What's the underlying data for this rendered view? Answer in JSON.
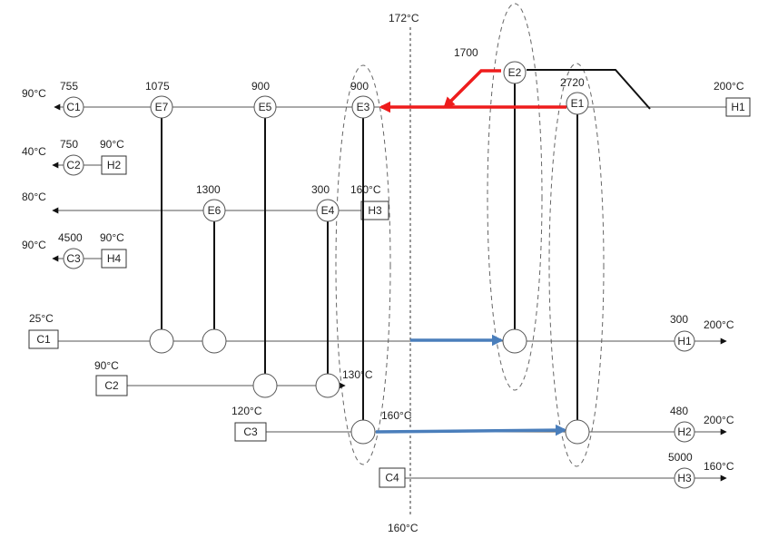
{
  "pinch": {
    "top": "172°C",
    "bottom": "160°C"
  },
  "streams": {
    "h1_top": {
      "temp_end": "90°C",
      "temp_start": "200°C",
      "box": "H1"
    },
    "h2_top": {
      "temp_end": "40°C",
      "temp_start": "90°C",
      "box": "H2"
    },
    "h3_top": {
      "temp_end": "80°C",
      "temp_start": "160°C",
      "box": "H3"
    },
    "h4_top": {
      "temp_end": "90°C",
      "temp_start": "90°C",
      "box": "H4"
    },
    "c1_bot": {
      "temp_start": "25°C",
      "box": "C1",
      "temp_end": "200°C"
    },
    "c2_bot": {
      "temp_start": "90°C",
      "box": "C2",
      "temp_end": "130°C"
    },
    "c3_bot": {
      "temp_start": "120°C",
      "box": "C3",
      "temp_mid": "160°C",
      "temp_end": "200°C"
    },
    "c4_bot": {
      "box": "C4",
      "temp_end": "160°C"
    }
  },
  "utilities": {
    "c1": {
      "label": "C1",
      "duty": "755"
    },
    "c2": {
      "label": "C2",
      "duty": "750"
    },
    "c3": {
      "label": "C3",
      "duty": "4500"
    },
    "h1": {
      "label": "H1",
      "duty": "300"
    },
    "h2": {
      "label": "H2",
      "duty": "480"
    },
    "h3": {
      "label": "H3",
      "duty": "5000"
    }
  },
  "exchangers": {
    "e1": {
      "label": "E1",
      "duty": "2720"
    },
    "e2": {
      "label": "E2",
      "duty": "1700"
    },
    "e3": {
      "label": "E3",
      "duty": "900"
    },
    "e4": {
      "label": "E4",
      "duty": "300"
    },
    "e5": {
      "label": "E5",
      "duty": "900"
    },
    "e6": {
      "label": "E6",
      "duty": "1300"
    },
    "e7": {
      "label": "E7",
      "duty": "1075"
    }
  }
}
